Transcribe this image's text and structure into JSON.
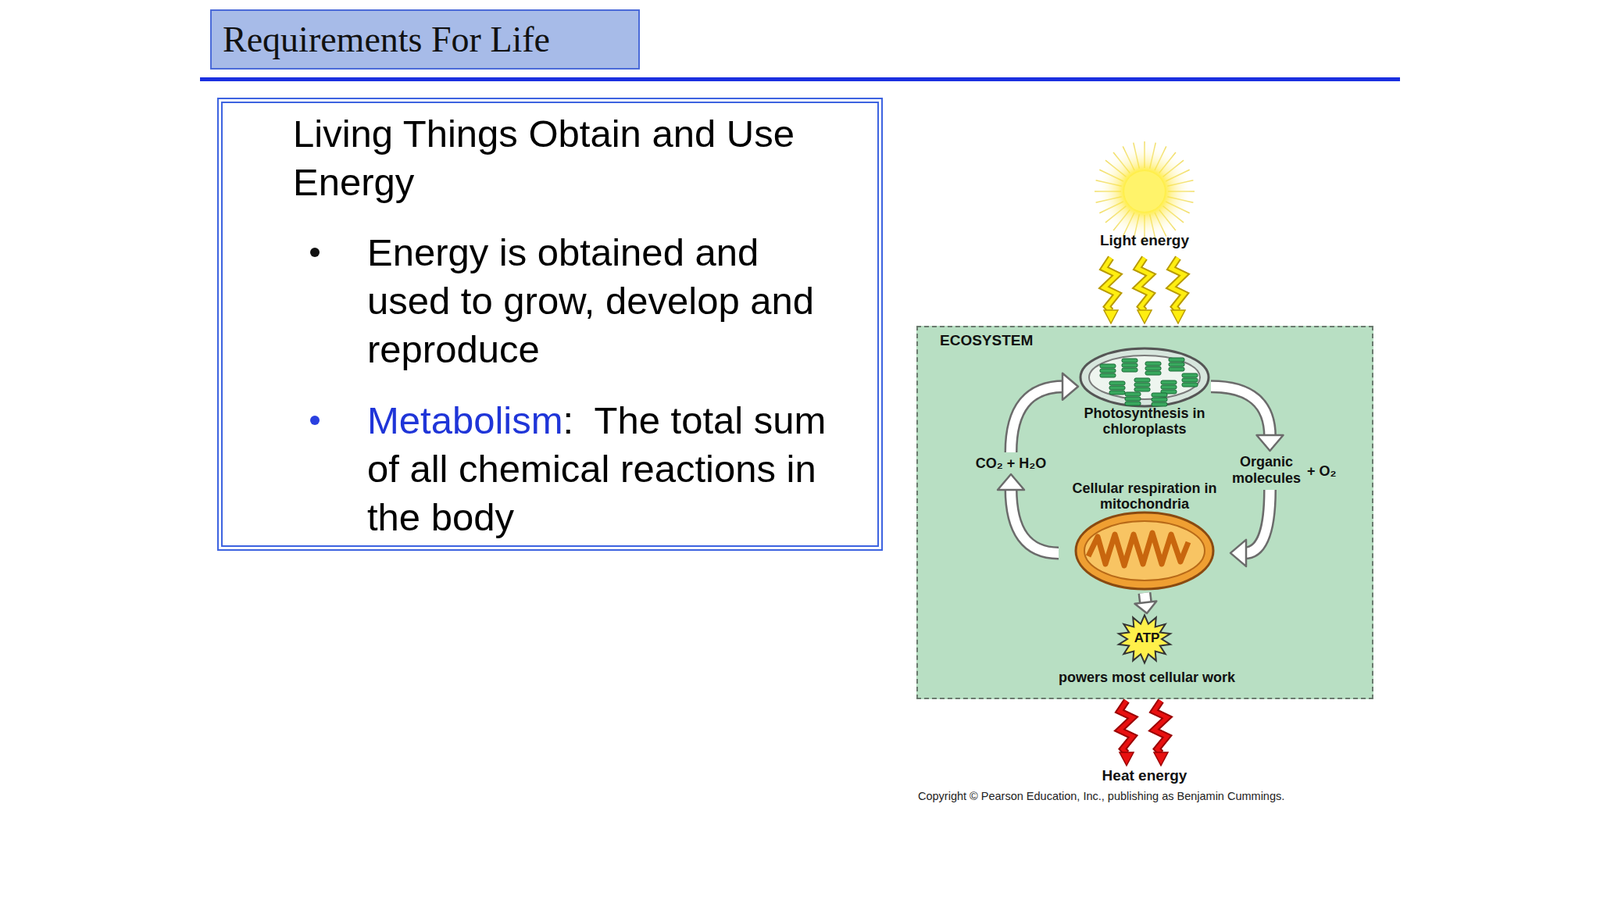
{
  "diagram": {
    "title": "Requirements For Life",
    "nodes": [
      {
        "text": [
          "Living Things Obtain and Use Energy",
          "Energy is obtained and used to grow, develop and reproduce",
          "Metabolism",
          ":  The total sum of all chemical reactions in the body"
        ]
      },
      {
        "text": [
          "ECOSYSTEM"
        ]
      },
      {
        "text": [
          "Photosynthesis in chloroplasts"
        ],
        "in": 1
      },
      {
        "text": [
          "CO₂ + H₂O"
        ],
        "in": 1
      },
      {
        "text": [
          "Organic molecules",
          "+ O₂"
        ],
        "in": 1
      },
      {
        "text": [
          "Cellular respiration in mitochondria"
        ],
        "in": 1
      },
      {
        "text": [
          "ATP",
          "powers most cellular work"
        ],
        "in": 1
      }
    ],
    "edges": [
      {
        "from": 3,
        "to": 2,
        "arrow": "to"
      },
      {
        "from": 2,
        "to": 4,
        "arrow": "to"
      },
      {
        "from": 4,
        "to": 5,
        "arrow": "to"
      },
      {
        "from": 5,
        "to": 3,
        "arrow": "to"
      },
      {
        "from": 5,
        "to": 6,
        "arrow": "to"
      }
    ],
    "labels": [
      "Light energy",
      "Heat energy",
      "Copyright © Pearson Education, Inc., publishing as Benjamin Cummings."
    ]
  }
}
